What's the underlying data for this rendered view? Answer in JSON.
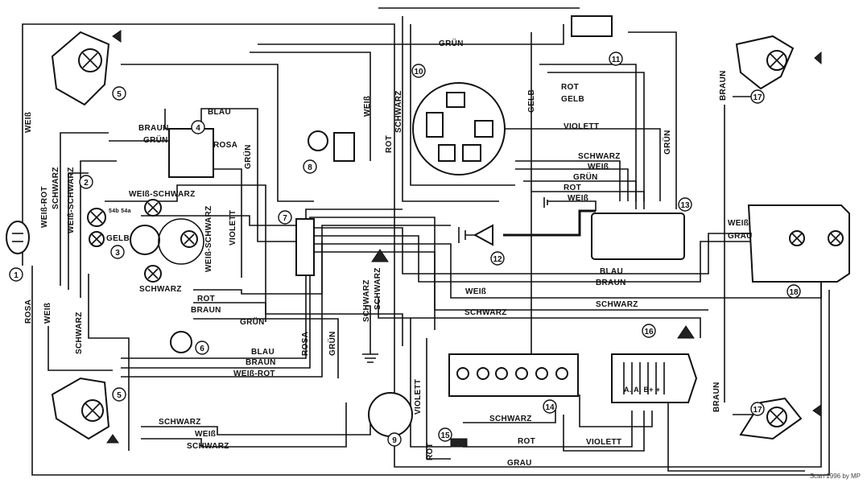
{
  "labels": [
    "WEIß",
    "BLAU",
    "BRAUN",
    "GRÜN",
    "ROSA",
    "GRÜN",
    "WEIß-SCHWARZ",
    "WEIß-ROT",
    "SCHWARZ",
    "WEIß-SCHWARZ",
    "54b 54a",
    "GELB",
    "WEIß-SCHWARZ",
    "VIOLETT",
    "SCHWARZ",
    "ROT",
    "BRAUN",
    "GRÜN",
    "ROSA",
    "WEIß",
    "SCHWARZ",
    "BLAU",
    "BRAUN",
    "WEIß-ROT",
    "ROSA",
    "GRÜN",
    "SCHWARZ",
    "WEIß",
    "SCHWARZ",
    "WEIß",
    "ROT",
    "SCHWARZ",
    "GRÜN",
    "ROT",
    "GELB",
    "VIOLETT",
    "GELB",
    "GRÜN",
    "SCHWARZ",
    "WEIß",
    "GRÜN",
    "ROT",
    "WEIß",
    "WEIß",
    "GRAU",
    "BLAU",
    "BRAUN",
    "WEIß",
    "SCHWARZ",
    "SCHWARZ",
    "SCHWARZ",
    "SCHWARZ",
    "VIOLETT",
    "ROT",
    "SCHWARZ",
    "ROT",
    "VIOLETT",
    "GRAU",
    "BRAUN",
    "BRAUN",
    "A. A. B+ +"
  ],
  "callouts": [
    "1",
    "2",
    "3",
    "4",
    "5",
    "5",
    "6",
    "7",
    "8",
    "9",
    "10",
    "11",
    "12",
    "13",
    "14",
    "15",
    "16",
    "17",
    "17",
    "18"
  ],
  "credit": "Scan 1996 by MP"
}
